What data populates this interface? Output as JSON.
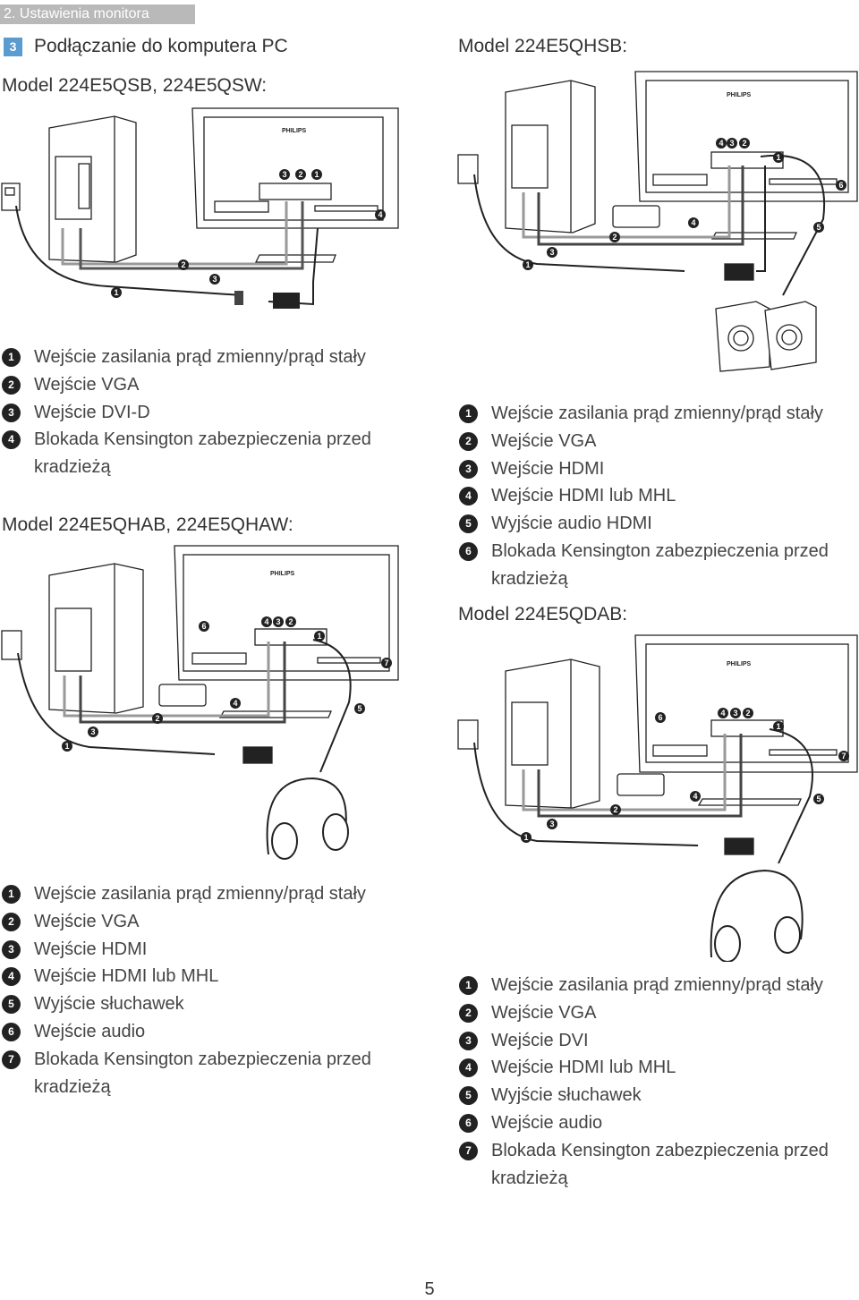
{
  "chapter": "2. Ustawienia monitora",
  "section": {
    "number": "3",
    "title": "Podłączanie do komputera PC"
  },
  "brand": "PHILIPS",
  "models": [
    {
      "heading": "Model 224E5QSB, 224E5QSW:",
      "items": [
        "Wejście zasilania prąd zmienny/prąd stały",
        "Wejście VGA",
        "Wejście DVI-D",
        "Blokada Kensington zabezpieczenia przed kradzieżą"
      ]
    },
    {
      "heading": "Model 224E5QHSB:",
      "items": [
        "Wejście zasilania prąd zmienny/prąd stały",
        "Wejście VGA",
        "Wejście HDMI",
        "Wejście HDMI lub MHL",
        "Wyjście audio HDMI",
        "Blokada Kensington zabezpieczenia przed kradzieżą"
      ]
    },
    {
      "heading": "Model 224E5QHAB, 224E5QHAW:",
      "items": [
        "Wejście zasilania prąd zmienny/prąd stały",
        "Wejście VGA",
        "Wejście HDMI",
        "Wejście HDMI lub MHL",
        "Wyjście słuchawek",
        "Wejście audio",
        "Blokada Kensington zabezpieczenia przed kradzieżą"
      ]
    },
    {
      "heading": "Model 224E5QDAB:",
      "items": [
        "Wejście zasilania prąd zmienny/prąd stały",
        "Wejście VGA",
        "Wejście DVI",
        "Wejście HDMI lub MHL",
        "Wyjście słuchawek",
        "Wejście audio",
        "Blokada Kensington zabezpieczenia przed kradzieżą"
      ]
    }
  ],
  "page_number": "5"
}
